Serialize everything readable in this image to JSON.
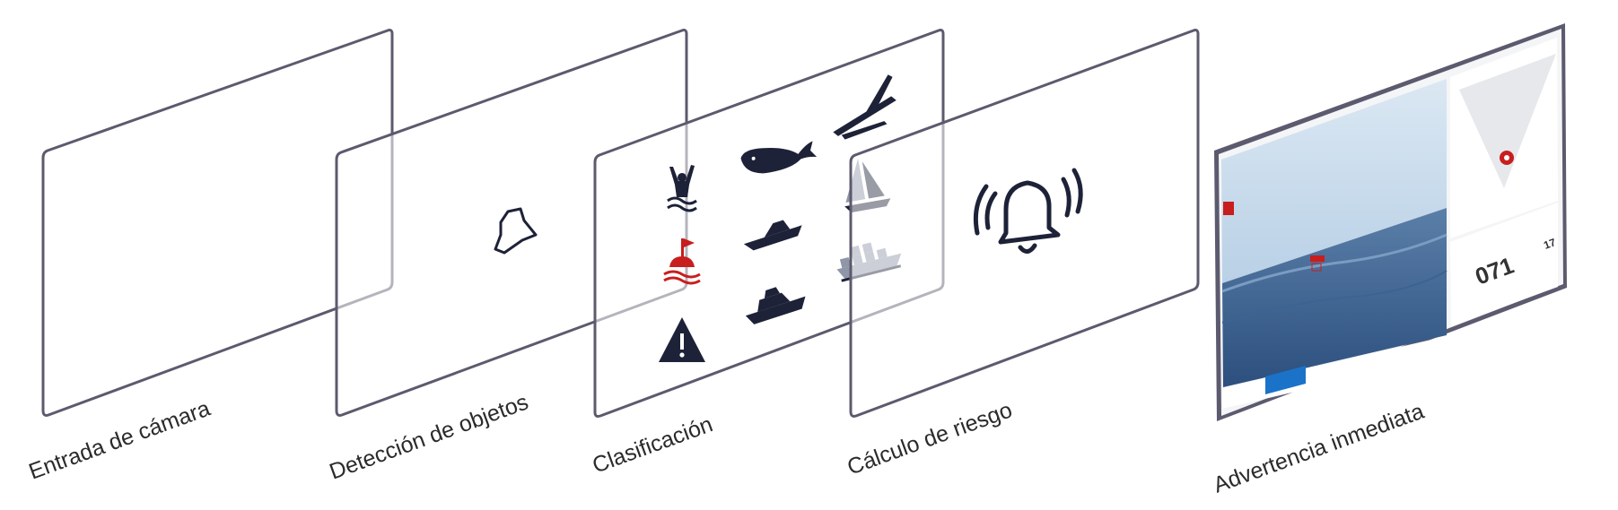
{
  "steps": [
    {
      "label": "Entrada de cámara"
    },
    {
      "label": "Detección de objetos"
    },
    {
      "label": "Clasificación"
    },
    {
      "label": "Cálculo de riesgo"
    },
    {
      "label": "Advertencia inmediata"
    }
  ],
  "classification_icons": [
    "person-in-water-icon",
    "whale-icon",
    "glider-icon",
    "buoy-icon",
    "speedboat-icon",
    "sailboat-icon",
    "warning-triangle-icon",
    "motor-yacht-icon",
    "cargo-ship-icon"
  ],
  "risk_icon": "ringing-bell-icon",
  "warning_screen": {
    "heading_readout": "071",
    "secondary_readout": "17"
  },
  "colors": {
    "panel_stroke": "#5c5a6e",
    "icon_dark": "#1d2238",
    "alert_red": "#c81e1e",
    "ui_blue": "#1a73c8"
  }
}
